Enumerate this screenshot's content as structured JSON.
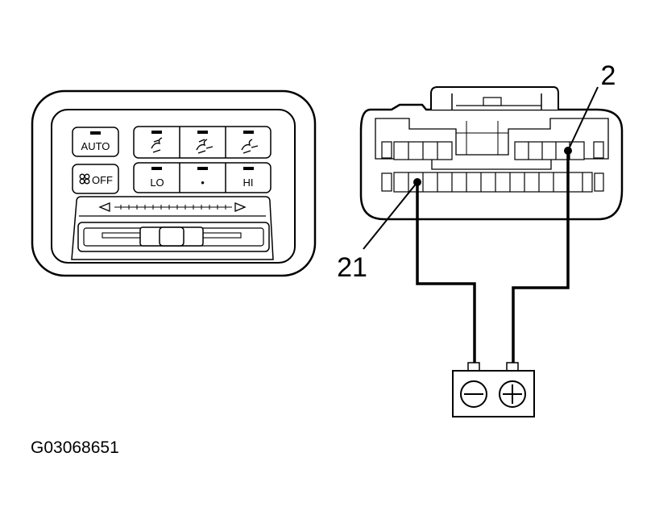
{
  "control_panel": {
    "auto_label": "AUTO",
    "off_label": "OFF",
    "lo_label": "LO",
    "dot_label": "•",
    "hi_label": "HI"
  },
  "connector": {
    "pin_2_label": "2",
    "pin_21_label": "21"
  },
  "battery": {
    "negative_symbol": "minus-icon",
    "positive_symbol": "plus-icon"
  },
  "figure_code": "G03068651"
}
